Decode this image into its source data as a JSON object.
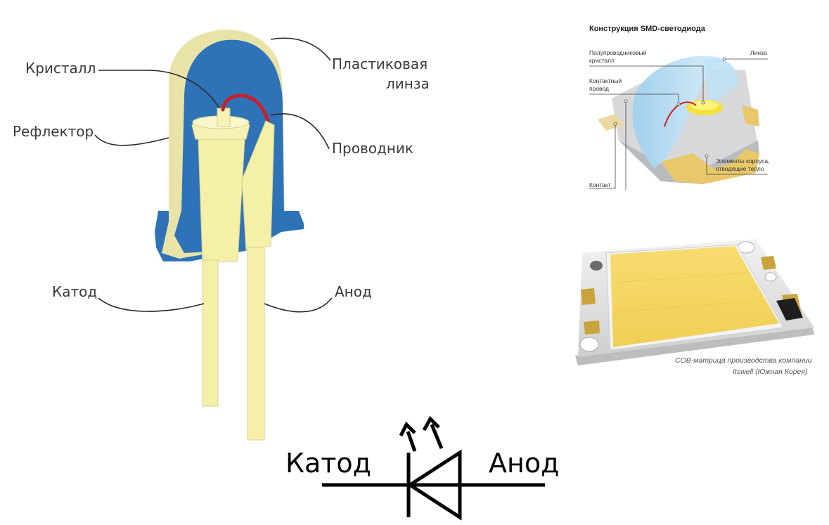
{
  "led_diagram": {
    "labels": {
      "crystal": "Кристалл",
      "reflector": "Рефлектор",
      "lens_line1": "Пластиковая",
      "lens_line2": "линза",
      "conductor": "Проводник",
      "cathode": "Катод",
      "anode": "Анод"
    },
    "colors": {
      "body_blue": "#2E73B8",
      "frame_cream": "#E9E3A8",
      "leg_yellow": "#F4F0A8",
      "wire_red": "#C8202A"
    }
  },
  "smd_diagram": {
    "title": "Конструкция SMD-светодиода",
    "labels": {
      "semiconductor_line1": "Полупроводниковый",
      "semiconductor_line2": "кристалл",
      "lens": "Линза",
      "contact_wire_line1": "Контактный",
      "contact_wire_line2": "провод",
      "heat_elements_line1": "Элементы корпуса,",
      "heat_elements_line2": "отводящие тепло",
      "contact": "Контакт"
    }
  },
  "cob_matrix": {
    "caption_line1": "COB-матрица производства компании",
    "caption_line2": "Itswell (Южная Корея)"
  },
  "diode_symbol": {
    "cathode": "Катод",
    "anode": "Анод"
  }
}
